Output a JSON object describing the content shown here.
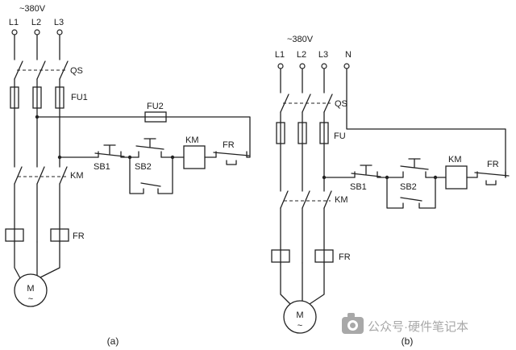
{
  "a": {
    "voltage": "~380V",
    "phases": [
      "L1",
      "L2",
      "L3"
    ],
    "labels": {
      "qs": "QS",
      "fu1": "FU1",
      "fu2": "FU2",
      "sb1": "SB1",
      "sb2": "SB2",
      "km_main": "KM",
      "km_coil": "KM",
      "fr_contact": "FR",
      "fr_heater": "FR",
      "motor": "M",
      "motor_wave": "~"
    },
    "caption": "(a)"
  },
  "b": {
    "voltage": "~380V",
    "phases": [
      "L1",
      "L2",
      "L3"
    ],
    "neutral": "N",
    "labels": {
      "qs": "QS",
      "fu": "FU",
      "sb1": "SB1",
      "sb2": "SB2",
      "km_main": "KM",
      "km_coil": "KM",
      "fr_contact": "FR",
      "fr_heater": "FR",
      "motor": "M",
      "motor_wave": "~"
    },
    "caption": "(b)"
  },
  "watermark": {
    "text": "公众号·硬件笔记本"
  },
  "colors": {
    "line": "#222222",
    "watermark": "#a8a8a8"
  }
}
